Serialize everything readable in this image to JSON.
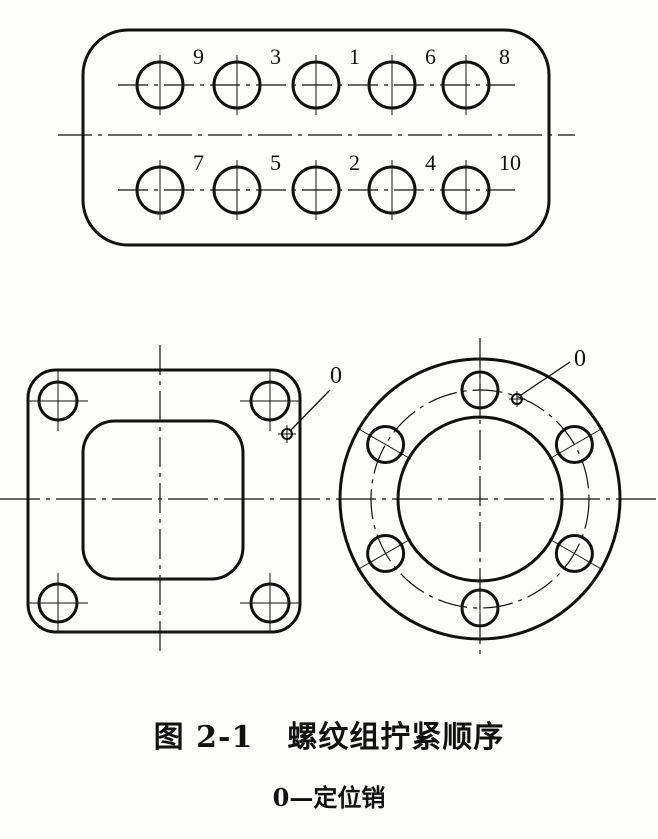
{
  "top_part": {
    "upper_row_labels": [
      "9",
      "3",
      "1",
      "6",
      "8"
    ],
    "lower_row_labels": [
      "7",
      "5",
      "2",
      "4",
      "10"
    ]
  },
  "square_flange": {
    "pin_label": "0"
  },
  "round_flange": {
    "pin_label": "0"
  },
  "caption": {
    "figure_number": "图 2-1",
    "title": "螺纹组拧紧顺序",
    "legend": "0—定位销"
  },
  "colors": {
    "ink": "#111111",
    "paper": "#fdfdfb"
  }
}
